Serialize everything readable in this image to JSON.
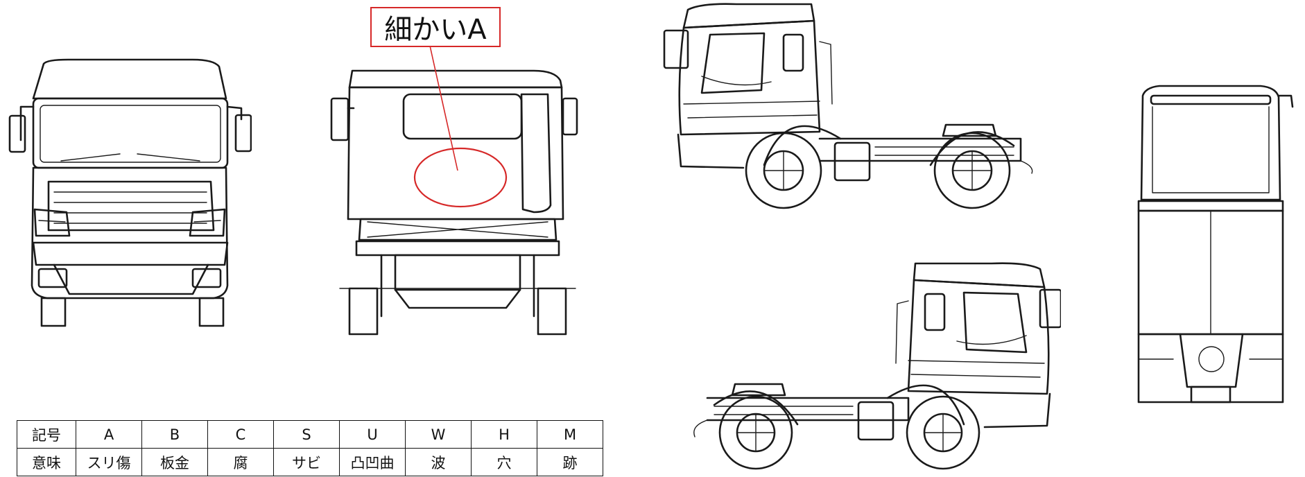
{
  "callout": {
    "label": "細かいA",
    "color": "#d62828"
  },
  "legend": {
    "header_label": "記号",
    "meaning_label": "意味",
    "codes": [
      "A",
      "B",
      "C",
      "S",
      "U",
      "W",
      "H",
      "M"
    ],
    "meanings": [
      "スリ傷",
      "板金",
      "腐",
      "サビ",
      "凸凹曲",
      "波",
      "穴",
      "跡"
    ]
  },
  "views": [
    "front-view",
    "rear-view",
    "left-side-view",
    "right-side-view",
    "top-view"
  ]
}
